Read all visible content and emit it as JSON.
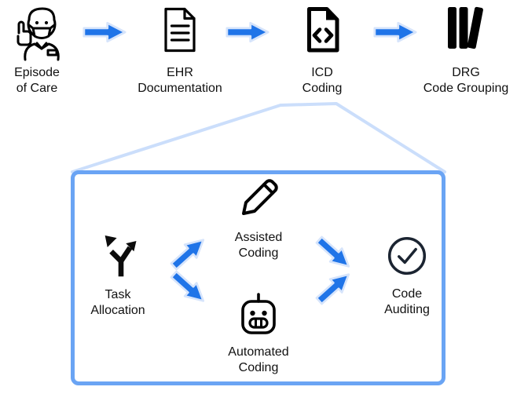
{
  "palette": {
    "arrow_blue": "#1f74e8",
    "arrow_halo": "#d6e4fb",
    "box_border": "#6aa4f4",
    "zoom_line": "#cbdefb",
    "audit_ink": "#1b2431"
  },
  "pipeline": {
    "steps": [
      {
        "id": "episode-of-care",
        "label": "Episode\nof Care",
        "icon": "clinician-icon"
      },
      {
        "id": "ehr-documentation",
        "label": "EHR\nDocumentation",
        "icon": "document-icon"
      },
      {
        "id": "icd-coding",
        "label": "ICD\nCoding",
        "icon": "code-file-icon"
      },
      {
        "id": "drg-code-grouping",
        "label": "DRG\nCode Grouping",
        "icon": "books-icon"
      }
    ]
  },
  "detail_box": {
    "nodes": [
      {
        "id": "task-allocation",
        "label": "Task\nAllocation",
        "icon": "split-arrows-icon"
      },
      {
        "id": "assisted-coding",
        "label": "Assisted\nCoding",
        "icon": "pencil-icon"
      },
      {
        "id": "automated-coding",
        "label": "Automated\nCoding",
        "icon": "robot-icon"
      },
      {
        "id": "code-auditing",
        "label": "Code\nAuditing",
        "icon": "check-circle-icon"
      }
    ]
  }
}
